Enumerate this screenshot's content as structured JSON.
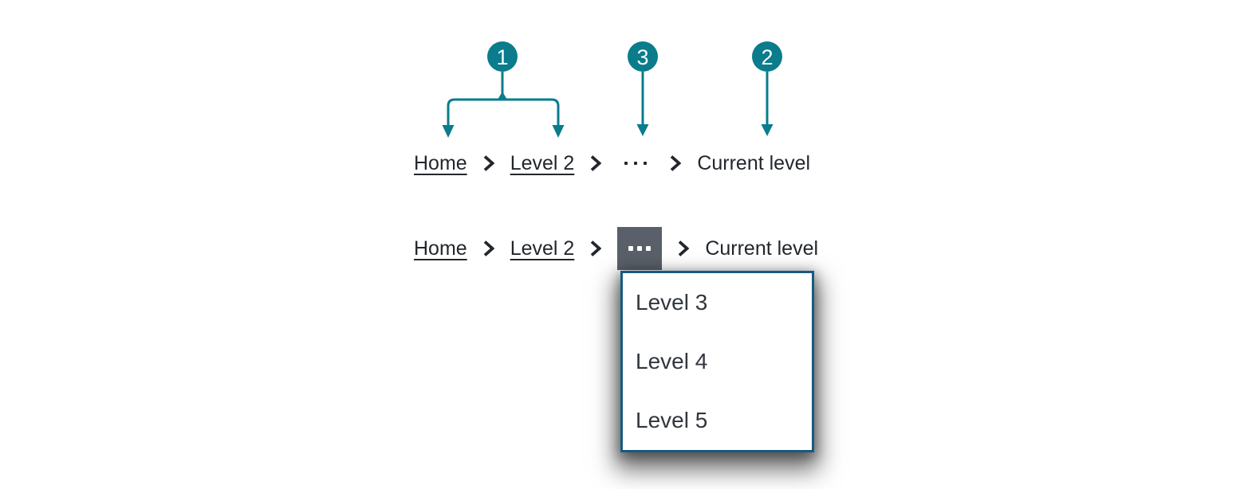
{
  "callouts": {
    "one": "1",
    "two": "2",
    "three": "3"
  },
  "breadcrumbs": {
    "collapsed_row": {
      "home": "Home",
      "level2": "Level 2",
      "current": "Current level"
    },
    "expanded_row": {
      "home": "Home",
      "level2": "Level 2",
      "current": "Current level"
    }
  },
  "dropdown": {
    "items": [
      "Level 3",
      "Level 4",
      "Level 5"
    ]
  },
  "icons": {
    "separator": "chevron-right-icon",
    "collapsed_levels": "ellipsis-icon",
    "overflow_button": "ellipsis-icon"
  },
  "colors": {
    "accent_teal": "#0a7c8c",
    "text": "#23272d",
    "overflow_button_bg": "#5a6069",
    "dropdown_border": "#175a80",
    "menu_text": "#32373e"
  }
}
